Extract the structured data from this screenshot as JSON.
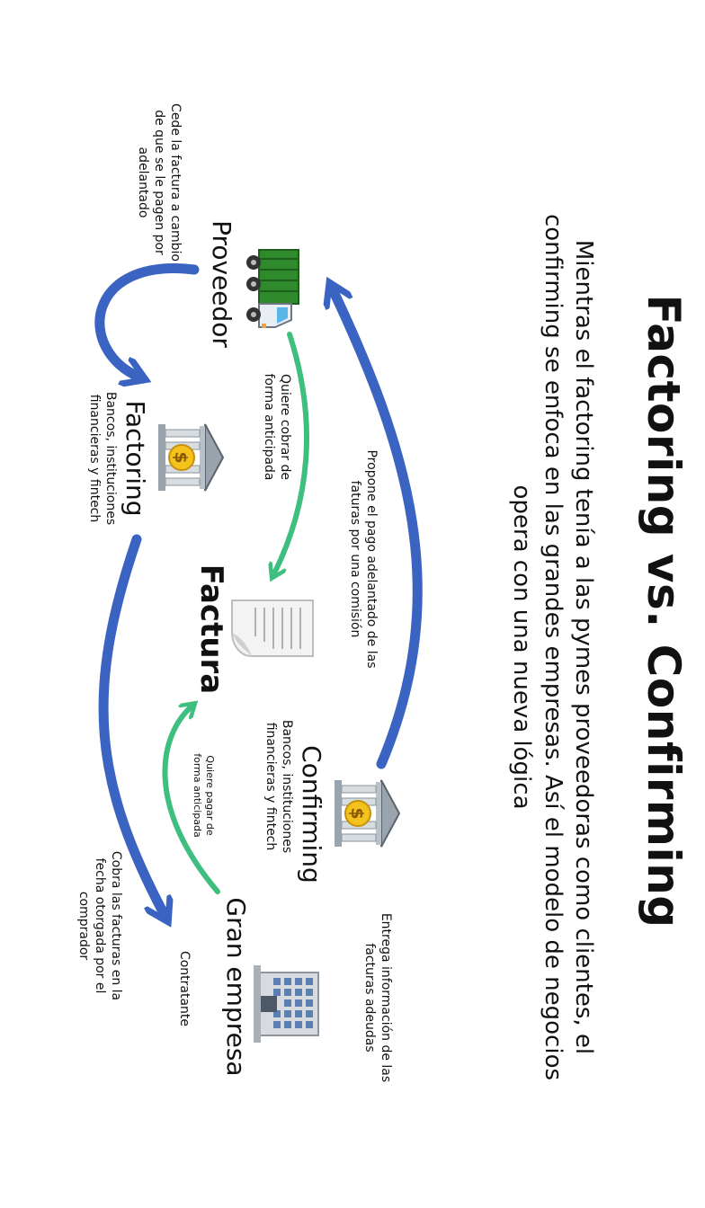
{
  "title": "Factoring vs. Confirming",
  "subtitle": "Mientras el factoring tenía a las pymes proveedoras como clientes, el confirming se enfoca en las grandes empresas. Así el modelo de negocios opera con una nueva lógica",
  "nodes": {
    "proveedor": "Proveedor",
    "factoring": "Factoring",
    "factoring_desc": "Bancos, instituciones financieras y fintech",
    "factura": "Factura",
    "confirming": "Confirming",
    "confirming_desc": "Bancos, instituciones financieras y fintech",
    "gran_empresa": "Gran empresa",
    "gran_empresa_desc": "Contratante"
  },
  "edges": {
    "cede": "Cede la factura a cambio de que se le pagen por adelantado",
    "quiere_cobrar": "Quiere cobrar de forma anticipada",
    "propone": "Propone el pago adelantado de las faturas por una comisión",
    "quiere_pagar": "Quiere pagar de forma anticipada",
    "entrega": "Entrega información de las facturas adeudas",
    "cobra": "Cobra las facturas en la fecha otorgada por el comprador"
  },
  "colors": {
    "blue_arrow": "#3a63c2",
    "green_arrow": "#3fbf7f",
    "text": "#111111"
  },
  "icons": [
    "truck-icon",
    "bank-icon",
    "document-icon",
    "bank-icon",
    "office-building-icon"
  ]
}
